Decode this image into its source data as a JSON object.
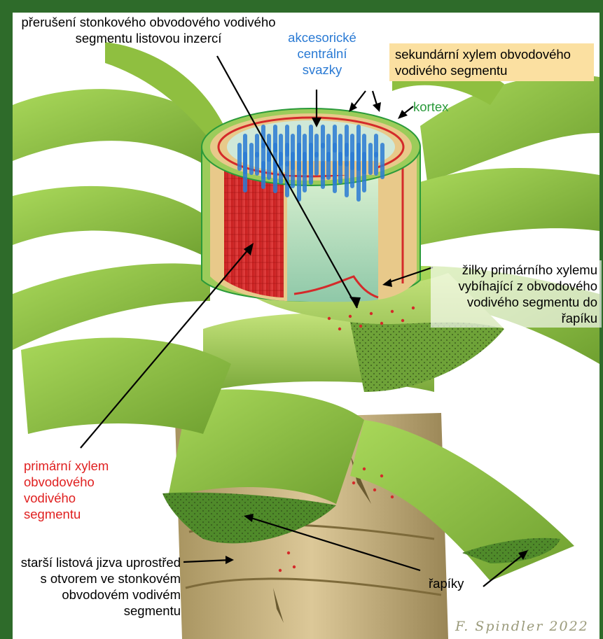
{
  "labels": {
    "interruption": "přerušení stonkového obvodového vodivého segmentu listovou inzercí",
    "accessory": "akcesorické centrální svazky",
    "secondary_xylem": "sekundární xylem obvodového vodivého segmentu",
    "cortex": "kortex",
    "veins": "žilky primárního xylemu vybíhající z obvodového vodivého segmentu do řapíku",
    "primary_xylem": "primární xylem obvodového vodivého segmentu",
    "petioles": "řapíky",
    "old_scar": "starší listová jizva uprostřed s otvorem ve stonkovém obvodovém vodivém segmentu",
    "signature": "F. Spindler 2022"
  },
  "colors": {
    "frame": "#2e6b2a",
    "leaf": "#8bc34a",
    "leaf_dark": "#5d8f2a",
    "xylem_red": "#d42a2a",
    "accessory_blue": "#2a7ad4",
    "cortex_green": "#2a9a3a",
    "wood": "#e8c98a",
    "trunk": "#c9b27a"
  }
}
